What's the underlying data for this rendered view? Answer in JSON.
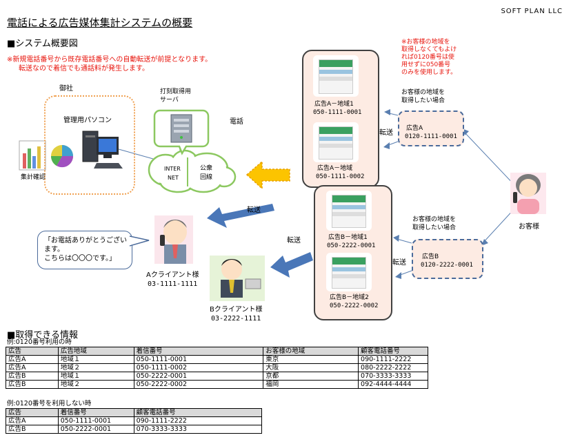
{
  "title": "電話による広告媒体集計システムの概要",
  "company": "SOFT PLAN LLC",
  "section1": {
    "heading": "■システム概要図",
    "note1": "※新規電話番号から既存電話番号への自動転送が前提となります。",
    "note2": "転送なので着信でも通話料が発生します。"
  },
  "diagram": {
    "company_label": "御社",
    "pc_label": "管理用パソコン",
    "tally_label": "集計確認",
    "server_label1": "打刻取得用",
    "server_label2": "サーバ",
    "internet_label1": "INTER",
    "internet_label2": "NET",
    "public_line1": "公衆",
    "public_line2": "回線",
    "phone_label": "電話",
    "note_red": [
      "※お客様の地域を",
      "取得しなくてもよけ",
      "れば0120番号は使",
      "用せずに050番号",
      "のみを使用します。"
    ],
    "region_note_a": [
      "お客様の地域を",
      "取得したい場合"
    ],
    "region_note_b": [
      "お客様の地域を",
      "取得したい場合"
    ],
    "ad_a1": {
      "name": "広告A－地域1",
      "number": "050-1111-0001"
    },
    "ad_a2": {
      "name": "広告A－地域",
      "number": "050-1111-0002"
    },
    "ad_b1": {
      "name": "広告B－地域1",
      "number": "050-2222-0001"
    },
    "ad_b2": {
      "name": "広告B－地域2",
      "number": "050-2222-0002"
    },
    "free_a": {
      "name": "広告A",
      "number": "0120-1111-0001"
    },
    "free_b": {
      "name": "広告B",
      "number": "0120-2222-0001"
    },
    "transfer": "転送",
    "customer": "お客様",
    "speech": [
      "「お電話ありがとうござい",
      "ます。",
      "こちらは〇〇〇です。」"
    ],
    "client_a": {
      "name": "Aクライアント様",
      "number": "03-1111-1111"
    },
    "client_b": {
      "name": "Bクライアント様",
      "number": "03-2222-1111"
    }
  },
  "section2": {
    "heading": "■取得できる情報",
    "example1": "例:0120番号利用の時",
    "table1": {
      "headers": [
        "広告",
        "広告地域",
        "着信番号",
        "お客様の地域",
        "顧客電話番号"
      ],
      "rows": [
        [
          "広告A",
          "地域１",
          "050-1111-0001",
          "東京",
          "090-1111-2222"
        ],
        [
          "広告A",
          "地域２",
          "050-1111-0002",
          "大阪",
          "080-2222-2222"
        ],
        [
          "広告B",
          "地域１",
          "050-2222-0001",
          "京都",
          "070-3333-3333"
        ],
        [
          "広告B",
          "地域２",
          "050-2222-0002",
          "福岡",
          "092-4444-4444"
        ]
      ]
    },
    "example2": "例:0120番号を利用しない時",
    "table2": {
      "headers": [
        "広告",
        "着信番号",
        "顧客電話番号"
      ],
      "rows": [
        [
          "広告A",
          "050-1111-0001",
          "090-1111-2222"
        ],
        [
          "広告B",
          "050-2222-0001",
          "070-3333-3333"
        ]
      ]
    }
  }
}
